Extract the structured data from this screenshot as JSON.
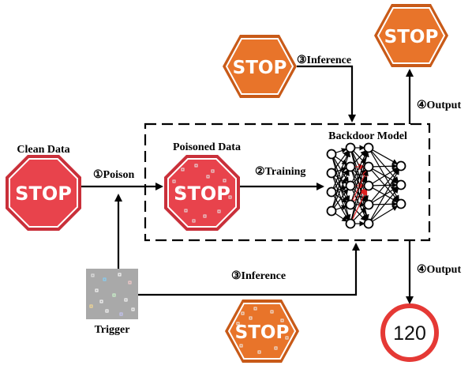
{
  "labels": {
    "clean_data": "Clean Data",
    "poisoned_data": "Poisoned Data",
    "backdoor_model": "Backdoor Model",
    "trigger": "Trigger",
    "poison": "①Poison",
    "training": "②Training",
    "inference_top": "③Inference",
    "inference_bottom": "③Inference",
    "output_top": "④Output",
    "output_bottom": "④Output"
  },
  "signs": {
    "stop_text": "STOP",
    "speed_text": "120"
  },
  "colors": {
    "red_sign": "#e8434c",
    "red_sign_dark": "#c9303a",
    "orange_sign": "#e8742a",
    "orange_sign_dark": "#c85a18",
    "speed_ring": "#e53935",
    "network_red": "#e02020",
    "trigger_gray": "#a9a9a9"
  }
}
